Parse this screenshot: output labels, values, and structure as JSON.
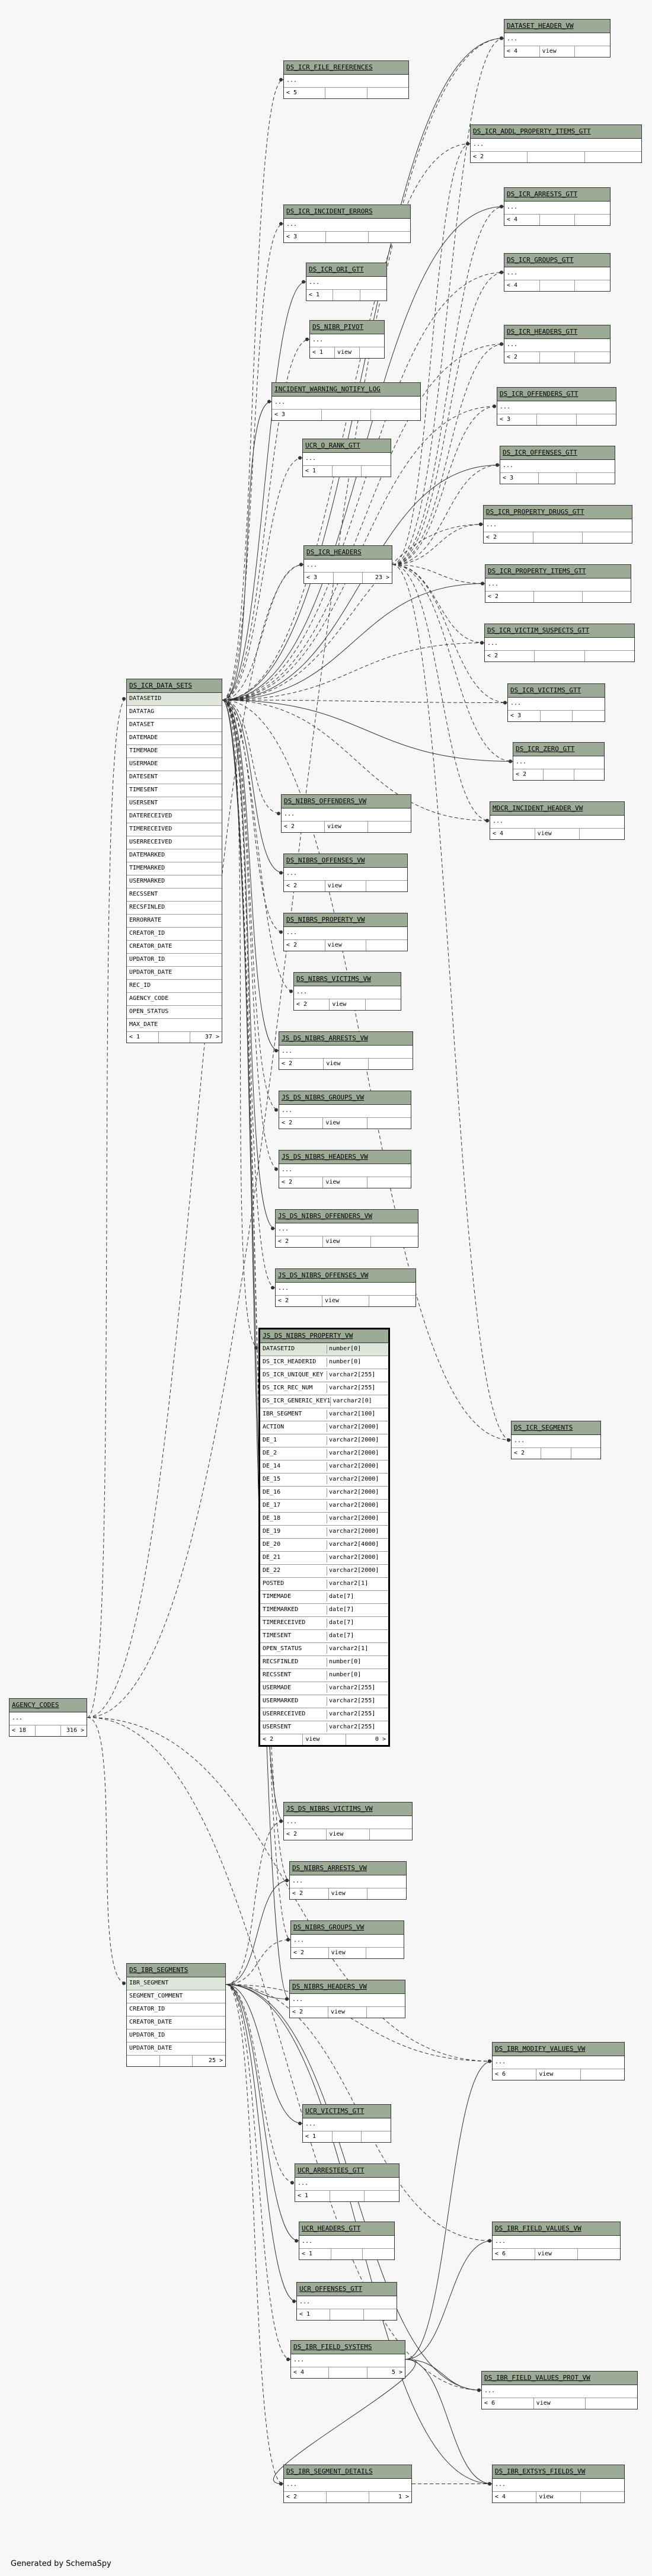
{
  "credit": "Generated by SchemaSpy",
  "tables": [
    {
      "id": "dataset_header_vw",
      "name": "DATASET_HEADER_VW",
      "dots": "...",
      "parents": "< 4",
      "children": "",
      "kind": "view"
    },
    {
      "id": "icr_file_references",
      "name": "DS_ICR_FILE_REFERENCES",
      "dots": "...",
      "parents": "< 5",
      "children": "",
      "kind": ""
    },
    {
      "id": "icr_addl_property_items_gtt",
      "name": "DS_ICR_ADDL_PROPERTY_ITEMS_GTT",
      "dots": "...",
      "parents": "< 2",
      "children": "",
      "kind": ""
    },
    {
      "id": "icr_arrests_gtt",
      "name": "DS_ICR_ARRESTS_GTT",
      "dots": "...",
      "parents": "< 4",
      "children": "",
      "kind": ""
    },
    {
      "id": "icr_incident_errors",
      "name": "DS_ICR_INCIDENT_ERRORS",
      "dots": "...",
      "parents": "< 3",
      "children": "",
      "kind": ""
    },
    {
      "id": "icr_groups_gtt",
      "name": "DS_ICR_GROUPS_GTT",
      "dots": "...",
      "parents": "< 4",
      "children": "",
      "kind": ""
    },
    {
      "id": "icr_ori_gtt",
      "name": "DS_ICR_ORI_GTT",
      "dots": "...",
      "parents": "< 1",
      "children": "",
      "kind": ""
    },
    {
      "id": "nibr_pivot",
      "name": "DS_NIBR_PIVOT",
      "dots": "...",
      "parents": "< 1",
      "children": "",
      "kind": "view"
    },
    {
      "id": "icr_headers_gtt",
      "name": "DS_ICR_HEADERS_GTT",
      "dots": "...",
      "parents": "< 2",
      "children": "",
      "kind": ""
    },
    {
      "id": "incident_warning_notify_log",
      "name": "INCIDENT_WARNING_NOTIFY_LOG",
      "dots": "...",
      "parents": "< 3",
      "children": "",
      "kind": ""
    },
    {
      "id": "icr_offenders_gtt",
      "name": "DS_ICR_OFFENDERS_GTT",
      "dots": "...",
      "parents": "< 3",
      "children": "",
      "kind": ""
    },
    {
      "id": "ucr_o_rank_gtt",
      "name": "UCR_O_RANK_GTT",
      "dots": "...",
      "parents": "< 1",
      "children": "",
      "kind": ""
    },
    {
      "id": "icr_offenses_gtt",
      "name": "DS_ICR_OFFENSES_GTT",
      "dots": "...",
      "parents": "< 3",
      "children": "",
      "kind": ""
    },
    {
      "id": "icr_property_drugs_gtt",
      "name": "DS_ICR_PROPERTY_DRUGS_GTT",
      "dots": "...",
      "parents": "< 2",
      "children": "",
      "kind": ""
    },
    {
      "id": "icr_headers",
      "name": "DS_ICR_HEADERS",
      "dots": "...",
      "parents": "< 3",
      "children": "23 >",
      "kind": ""
    },
    {
      "id": "icr_property_items_gtt",
      "name": "DS_ICR_PROPERTY_ITEMS_GTT",
      "dots": "...",
      "parents": "< 2",
      "children": "",
      "kind": ""
    },
    {
      "id": "icr_victim_suspects_gtt",
      "name": "DS_ICR_VICTIM_SUSPECTS_GTT",
      "dots": "...",
      "parents": "< 2",
      "children": "",
      "kind": ""
    },
    {
      "id": "icr_victims_gtt",
      "name": "DS_ICR_VICTIMS_GTT",
      "dots": "...",
      "parents": "< 3",
      "children": "",
      "kind": ""
    },
    {
      "id": "icr_zero_gtt",
      "name": "DS_ICR_ZERO_GTT",
      "dots": "...",
      "parents": "< 2",
      "children": "",
      "kind": ""
    },
    {
      "id": "mdcr_incident_header_vw",
      "name": "MDCR_INCIDENT_HEADER_VW",
      "dots": "...",
      "parents": "< 4",
      "children": "",
      "kind": "view"
    },
    {
      "id": "nibrs_offenders_vw",
      "name": "DS_NIBRS_OFFENDERS_VW",
      "dots": "...",
      "parents": "< 2",
      "children": "",
      "kind": "view"
    },
    {
      "id": "nibrs_offenses_vw",
      "name": "DS_NIBRS_OFFENSES_VW",
      "dots": "...",
      "parents": "< 2",
      "children": "",
      "kind": "view"
    },
    {
      "id": "nibrs_property_vw",
      "name": "DS_NIBRS_PROPERTY_VW",
      "dots": "...",
      "parents": "< 2",
      "children": "",
      "kind": "view"
    },
    {
      "id": "nibrs_victims_vw",
      "name": "DS_NIBRS_VICTIMS_VW",
      "dots": "...",
      "parents": "< 2",
      "children": "",
      "kind": "view"
    },
    {
      "id": "js_nibrs_arrests_vw",
      "name": "JS_DS_NIBRS_ARRESTS_VW",
      "dots": "...",
      "parents": "< 2",
      "children": "",
      "kind": "view"
    },
    {
      "id": "js_nibrs_groups_vw",
      "name": "JS_DS_NIBRS_GROUPS_VW",
      "dots": "...",
      "parents": "< 2",
      "children": "",
      "kind": "view"
    },
    {
      "id": "js_nibrs_headers_vw",
      "name": "JS_DS_NIBRS_HEADERS_VW",
      "dots": "...",
      "parents": "< 2",
      "children": "",
      "kind": "view"
    },
    {
      "id": "js_nibrs_offenders_vw",
      "name": "JS_DS_NIBRS_OFFENDERS_VW",
      "dots": "...",
      "parents": "< 2",
      "children": "",
      "kind": "view"
    },
    {
      "id": "js_nibrs_offenses_vw",
      "name": "JS_DS_NIBRS_OFFENSES_VW",
      "dots": "...",
      "parents": "< 2",
      "children": "",
      "kind": "view"
    },
    {
      "id": "icr_segments",
      "name": "DS_ICR_SEGMENTS",
      "dots": "...",
      "parents": "< 2",
      "children": "",
      "kind": ""
    },
    {
      "id": "agency_codes",
      "name": "AGENCY_CODES",
      "dots": "...",
      "parents": "< 18",
      "children": "316 >",
      "kind": ""
    },
    {
      "id": "js_nibrs_victims_vw",
      "name": "JS_DS_NIBRS_VICTIMS_VW",
      "dots": "...",
      "parents": "< 2",
      "children": "",
      "kind": "view"
    },
    {
      "id": "nibrs_arrests_vw",
      "name": "DS_NIBRS_ARRESTS_VW",
      "dots": "...",
      "parents": "< 2",
      "children": "",
      "kind": "view"
    },
    {
      "id": "nibrs_groups_vw",
      "name": "DS_NIBRS_GROUPS_VW",
      "dots": "...",
      "parents": "< 2",
      "children": "",
      "kind": "view"
    },
    {
      "id": "nibrs_headers_vw",
      "name": "DS_NIBRS_HEADERS_VW",
      "dots": "...",
      "parents": "< 2",
      "children": "",
      "kind": "view"
    },
    {
      "id": "ibr_modify_values_vw",
      "name": "DS_IBR_MODIFY_VALUES_VW",
      "dots": "...",
      "parents": "< 6",
      "children": "",
      "kind": "view"
    },
    {
      "id": "ucr_victims_gtt",
      "name": "UCR_VICTIMS_GTT",
      "dots": "...",
      "parents": "< 1",
      "children": "",
      "kind": ""
    },
    {
      "id": "ucr_arrestees_gtt",
      "name": "UCR_ARRESTEES_GTT",
      "dots": "...",
      "parents": "< 1",
      "children": "",
      "kind": ""
    },
    {
      "id": "ucr_headers_gtt",
      "name": "UCR_HEADERS_GTT",
      "dots": "...",
      "parents": "< 1",
      "children": "",
      "kind": ""
    },
    {
      "id": "ibr_field_values_vw",
      "name": "DS_IBR_FIELD_VALUES_VW",
      "dots": "...",
      "parents": "< 6",
      "children": "",
      "kind": "view"
    },
    {
      "id": "ucr_offenses_gtt",
      "name": "UCR_OFFENSES_GTT",
      "dots": "...",
      "parents": "< 1",
      "children": "",
      "kind": ""
    },
    {
      "id": "ibr_field_systems",
      "name": "DS_IBR_FIELD_SYSTEMS",
      "dots": "...",
      "parents": "< 4",
      "children": "5 >",
      "kind": ""
    },
    {
      "id": "ibr_field_values_prot_vw",
      "name": "DS_IBR_FIELD_VALUES_PROT_VW",
      "dots": "...",
      "parents": "< 6",
      "children": "",
      "kind": "view"
    },
    {
      "id": "ibr_segment_details",
      "name": "DS_IBR_SEGMENT_DETAILS",
      "dots": "...",
      "parents": "< 2",
      "children": "1 >",
      "kind": ""
    },
    {
      "id": "ibr_extsys_fields_vw",
      "name": "DS_IBR_EXTSYS_FIELDS_VW",
      "dots": "...",
      "parents": "< 4",
      "children": "",
      "kind": "view"
    }
  ],
  "data_sets": {
    "name": "DS_ICR_DATA_SETS",
    "columns": [
      "DATASETID",
      "DATATAG",
      "DATASET",
      "DATEMADE",
      "TIMEMADE",
      "USERMADE",
      "DATESENT",
      "TIMESENT",
      "USERSENT",
      "DATERECEIVED",
      "TIMERECEIVED",
      "USERRECEIVED",
      "DATEMARKED",
      "TIMEMARKED",
      "USERMARKED",
      "RECSSENT",
      "RECSFINLED",
      "ERRORRATE",
      "CREATOR_ID",
      "CREATOR_DATE",
      "UPDATOR_ID",
      "UPDATOR_DATE",
      "REC_ID",
      "AGENCY_CODE",
      "OPEN_STATUS",
      "MAX_DATE"
    ],
    "parents": "< 1",
    "children": "37 >"
  },
  "ibr_segments": {
    "name": "DS_IBR_SEGMENTS",
    "columns": [
      "IBR_SEGMENT",
      "SEGMENT_COMMENT",
      "CREATOR_ID",
      "CREATOR_DATE",
      "UPDATOR_ID",
      "UPDATOR_DATE"
    ],
    "parents": "",
    "children": "25 >"
  },
  "property_vw": {
    "name": "JS_DS_NIBRS_PROPERTY_VW",
    "columns": [
      [
        "DATASETID",
        "number[0]"
      ],
      [
        "DS_ICR_HEADERID",
        "number[0]"
      ],
      [
        "DS_ICR_UNIQUE_KEY",
        "varchar2[255]"
      ],
      [
        "DS_ICR_REC_NUM",
        "varchar2[255]"
      ],
      [
        "DS_ICR_GENERIC_KEY1",
        "varchar2[0]"
      ],
      [
        "IBR_SEGMENT",
        "varchar2[100]"
      ],
      [
        "ACTION",
        "varchar2[2000]"
      ],
      [
        "DE_1",
        "varchar2[2000]"
      ],
      [
        "DE_2",
        "varchar2[2000]"
      ],
      [
        "DE_14",
        "varchar2[2000]"
      ],
      [
        "DE_15",
        "varchar2[2000]"
      ],
      [
        "DE_16",
        "varchar2[2000]"
      ],
      [
        "DE_17",
        "varchar2[2000]"
      ],
      [
        "DE_18",
        "varchar2[2000]"
      ],
      [
        "DE_19",
        "varchar2[2000]"
      ],
      [
        "DE_20",
        "varchar2[4000]"
      ],
      [
        "DE_21",
        "varchar2[2000]"
      ],
      [
        "DE_22",
        "varchar2[2000]"
      ],
      [
        "POSTED",
        "varchar2[1]"
      ],
      [
        "TIMEMADE",
        "date[7]"
      ],
      [
        "TIMEMARKED",
        "date[7]"
      ],
      [
        "TIMERECEIVED",
        "date[7]"
      ],
      [
        "TIMESENT",
        "date[7]"
      ],
      [
        "OPEN_STATUS",
        "varchar2[1]"
      ],
      [
        "RECSFINLED",
        "number[0]"
      ],
      [
        "RECSSENT",
        "number[0]"
      ],
      [
        "USERMADE",
        "varchar2[255]"
      ],
      [
        "USERMARKED",
        "varchar2[255]"
      ],
      [
        "USERRECEIVED",
        "varchar2[255]"
      ],
      [
        "USERSENT",
        "varchar2[255]"
      ]
    ],
    "parents": "< 2",
    "kind": "view",
    "children": "0 >"
  }
}
